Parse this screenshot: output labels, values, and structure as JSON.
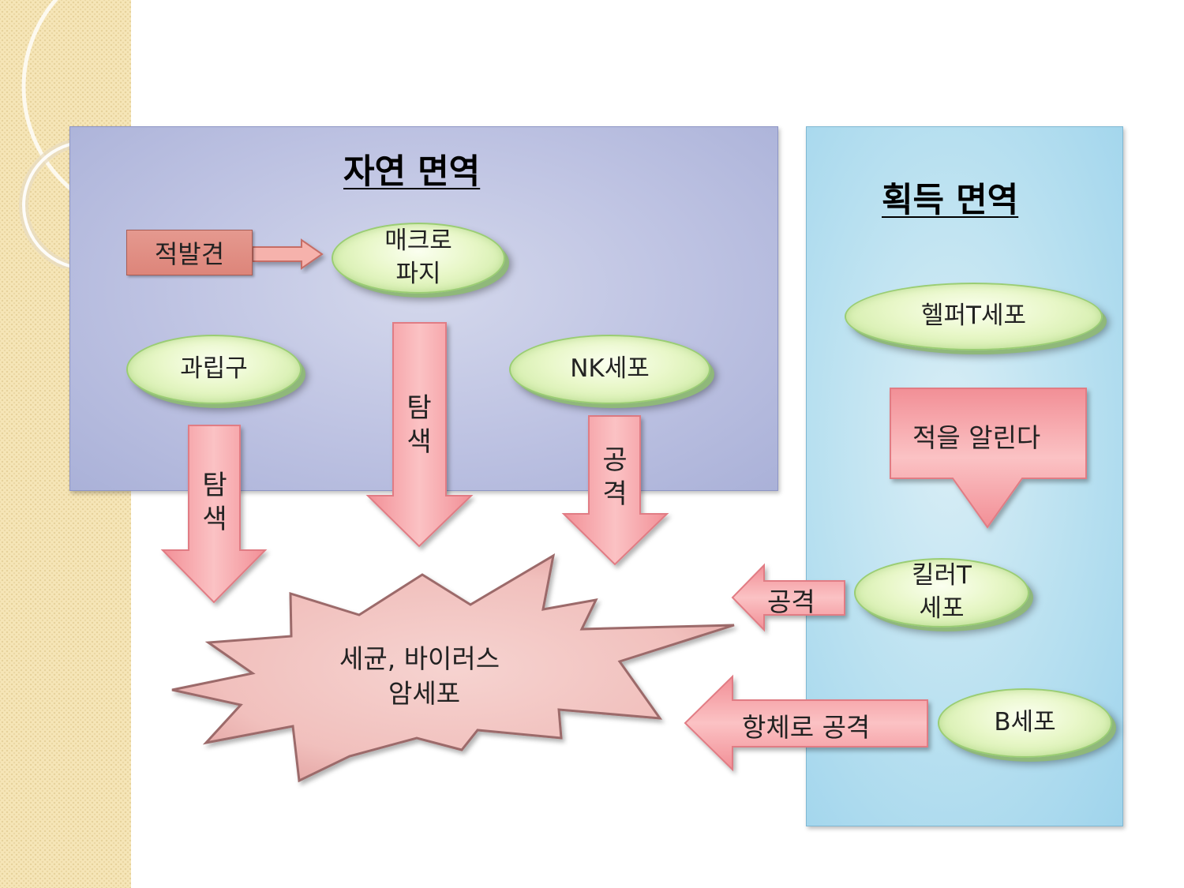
{
  "panels": {
    "natural": {
      "title": "자연 면역"
    },
    "acquired": {
      "title": "획득 면역"
    }
  },
  "nodes": {
    "macrophage": "매크로\n파지",
    "granulocyte": "과립구",
    "nk_cell": "NK세포",
    "helper_t": "헬퍼T세포",
    "killer_t": "킬러T\n세포",
    "b_cell": "B세포"
  },
  "labels": {
    "discover_enemy": "적발견",
    "notify_enemy": "적을 알린다"
  },
  "arrows": {
    "granulocyte_action": "탐\n색",
    "macrophage_action": "탐\n색",
    "nk_action": "공\n격",
    "killer_action": "공격",
    "bcell_action": "항체로 공격"
  },
  "target": {
    "line1": "세균, 바이러스",
    "line2": "암세포"
  },
  "colors": {
    "arrow_fill": "#f7a6aa",
    "arrow_stroke": "#e0707a",
    "node_fill": "#e8f7c8",
    "star_fill": "#f3c2c2"
  }
}
